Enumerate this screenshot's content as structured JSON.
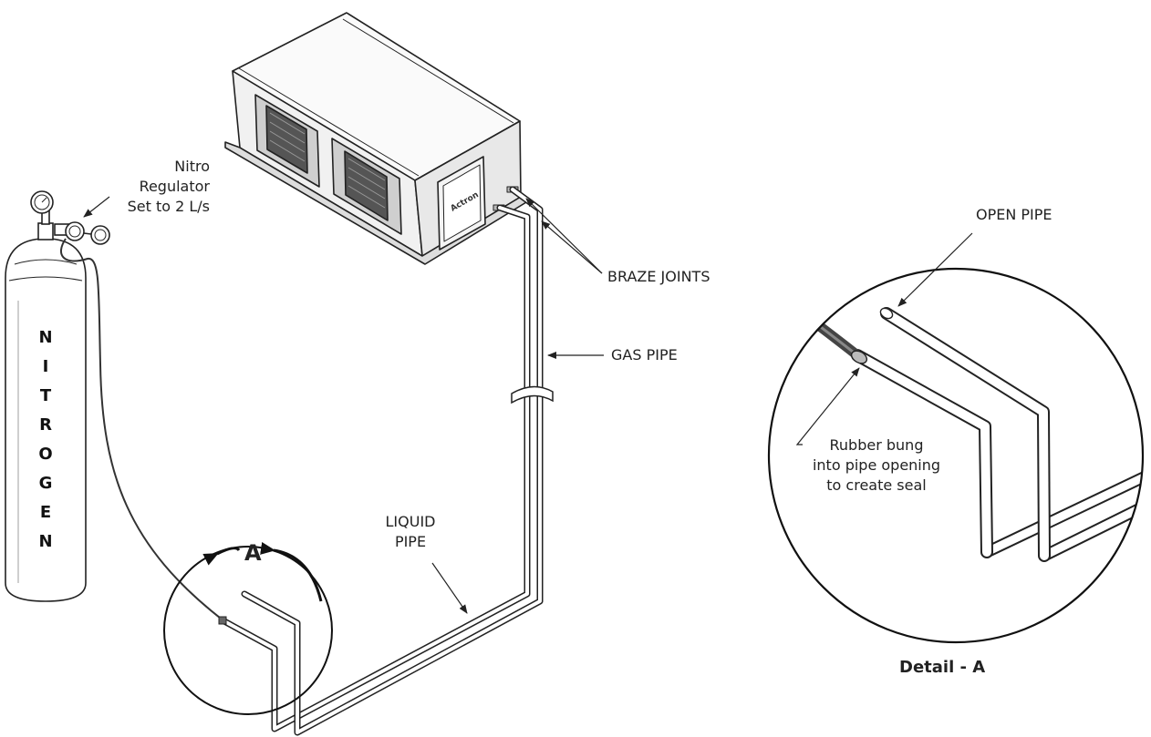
{
  "labels": {
    "regulator": [
      "Nitro",
      "Regulator",
      "Set to 2 L/s"
    ],
    "braze_joints": "BRAZE JOINTS",
    "gas_pipe": "GAS PIPE",
    "liquid_pipe": [
      "LIQUID",
      "PIPE"
    ],
    "open_pipe": "OPEN PIPE",
    "rubber_bung": [
      "Rubber bung",
      "into pipe opening",
      "to create seal"
    ],
    "detail_marker": "A",
    "detail_title": "Detail - A",
    "unit_brand": "Actron"
  },
  "cylinder_letters": [
    "N",
    "I",
    "T",
    "R",
    "O",
    "G",
    "E",
    "N"
  ]
}
